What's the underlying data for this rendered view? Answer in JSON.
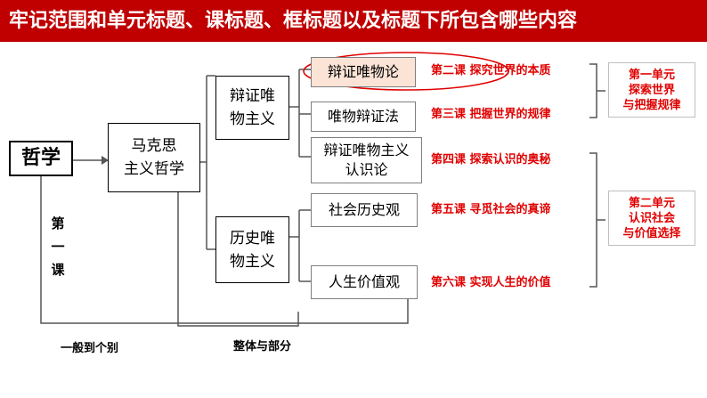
{
  "title": "牢记范围和单元标题、课标题、框标题以及标题下所包含哪些内容",
  "nodes": {
    "philosophy": "哲学",
    "marxist": "马克思\n主义哲学",
    "dialectical": "辩证唯\n物主义",
    "historical": "历史唯\n物主义",
    "dialectical_materialism": "辩证唯物论",
    "materialist_dialectics": "唯物辩证法",
    "epistemology": "辩证唯物主义\n认识论",
    "social_history": "社会历史观",
    "life_values": "人生价值观"
  },
  "lessons": [
    "第二课  探究世界的本质",
    "第三课  把握世界的规律",
    "第四课  探索认识的奥秘",
    "第五课  寻觅社会的真谛",
    "第六课  实现人生的价值"
  ],
  "units": [
    "第一单元\n探索世界\n与把握规律",
    "第二单元\n认识社会\n与价值选择"
  ],
  "side_label": [
    "第",
    "一",
    "课"
  ],
  "bottom_labels": {
    "general_to_specific": "一般到个别",
    "whole_and_part": "整体与部分"
  },
  "colors": {
    "title_bg": "#c00000",
    "accent_red": "#e00000",
    "highlight_fill": "#fbe3d6"
  }
}
